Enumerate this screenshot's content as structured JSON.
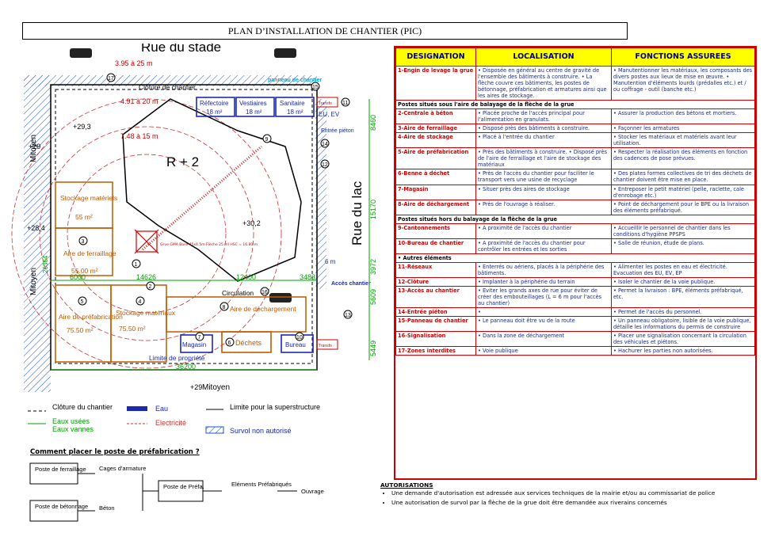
{
  "title": "PLAN D’INSTALLATION DE CHANTIER (PIC)",
  "plan": {
    "streets": {
      "north": "Rue du stade",
      "east": "Rue du lac"
    },
    "dimensions": {
      "d1": "3.95 à 25 m",
      "d2": "4.91 à 20 m",
      "d3": "7.48 à 15 m",
      "total_bottom": "36200",
      "seg_6000": "6000",
      "seg_14626": "14626",
      "seg_12400": "12400",
      "seg_3483": "3483",
      "right_8460": "8460",
      "right_15170": "15170",
      "right_3972": "3972",
      "right_5609": "5609",
      "right_5449": "5449",
      "left_26364": "26364",
      "six_m": "6 m"
    },
    "levels": {
      "l1": "+29,3",
      "l2": "+29",
      "l3": "+28,4",
      "l4": "+30,2",
      "l5": "+29"
    },
    "labels": {
      "cloture": "Clôture de chantier",
      "panneau": "panneau de chantier",
      "refectoire": "Réfectoire",
      "refectoire_area": "18 m²",
      "vestiaires": "Vestiaires",
      "vestiaires_area": "18 m²",
      "sanitaire": "Sanitaire",
      "sanitaire_area": "18 m²",
      "eu_ev": "EU, EV",
      "entree_pieton": "Entrée piéton",
      "mitoyen": "Mitoyen",
      "building": "R + 2",
      "stockage1": "Stockage matériels",
      "stockage1_area": "55 m²",
      "aire_ferraillage": "Aire de ferraillage",
      "aire_ferraillage_area": "55.00 m²",
      "aire_prefab": "Aire de préfabrication",
      "aire_prefab_area": "75.50 m²",
      "stockage2": "Stockage matériaux",
      "stockage2_area": "75.50 m²",
      "circulation": "Circulation",
      "aire_dechargement": "Aire de déchargement",
      "acces_chantier": "Accès chantier",
      "magasin": "Magasin",
      "dechets": "Déchets",
      "bureau": "Bureau",
      "limite_propriete": "Limite de propriété",
      "transfo": "Transfo",
      "grue_info": "Grue GMA Base 45x4.5m Flèche 25 ml HSC = 16.80 m",
      "cloture_mitoyen": "Clôture de chantier"
    },
    "numbers": [
      "1",
      "2",
      "3",
      "4",
      "5",
      "6",
      "7",
      "8",
      "9",
      "10",
      "11",
      "12",
      "13",
      "14",
      "15",
      "16",
      "17"
    ]
  },
  "legend": {
    "cloture": "Clôture du chantier",
    "eaux_usees": "Eaux usées",
    "eaux_vannes": "Eaux vannes",
    "eau": "Eau",
    "electricite": "Electricité",
    "limite_super": "Limite pour la superstructure",
    "survol": "Survol non autorisé"
  },
  "howto": {
    "title": "Comment placer le poste de préfabrication ?",
    "ferraillage": "Poste de ferraillage",
    "betonnage": "Poste de bétonnage",
    "cages": "Cages d'armature",
    "beton": "Béton",
    "prefa": "Poste de Préfa.",
    "elements": "Eléments Préfabriqués",
    "ouvrage": "Ouvrage"
  },
  "table": {
    "headers": [
      "DESIGNATION",
      "LOCALISATION",
      "FONCTIONS ASSUREES"
    ],
    "rows": [
      {
        "d": "1-Engin de levage la grue",
        "l": "• Disposée en général au centre de gravité de l'ensemble des bâtiments à construire. • La flèche couvre ces bâtiments, les postes de bétonnage, préfabrication et armatures ainsi que les aires de stockage.",
        "f": "• Manutentionner les matériaux, les composants des divers postes aux lieux de mise en œuvre. • Manutention d'éléments lourds (prédalles etc.) et / ou coffrage - outil (banche etc.)"
      },
      {
        "section": "Postes situés sous l'aire de balayage de la flèche de la grue"
      },
      {
        "d": "2-Centrale à béton",
        "l": "• Placée proche de l'accès principal pour l'alimentation en granulats.",
        "f": "• Assurer la production des bétons et mortiers."
      },
      {
        "d": "3-Aire de ferraillage",
        "l": "• Disposé près des bâtiments à construire.",
        "f": "• Façonner les armatures"
      },
      {
        "d": "4-Aire de stockage",
        "l": "• Placé à l'entrée du chantier",
        "f": "• Stocker les matériaux et matériels avant leur utilisation."
      },
      {
        "d": "5-Aire de préfabrication",
        "l": "• Près des bâtiments à construire. • Disposé près de l'aire de ferraillage et l'aire de stockage des matériaux",
        "f": "• Respecter la réalisation des éléments en fonction des cadences de pose prévues."
      },
      {
        "d": "6-Benne à déchet",
        "l": "• Près de l'accès du chantier pour faciliter le transport vers une usine de recyclage",
        "f": "• Des plates formes collectives de tri des déchets de chantier doivent être mise en place."
      },
      {
        "d": "7-Magasin",
        "l": "• Situer près des aires de stockage",
        "f": "• Entreposer le petit matériel (pelle, raclette, cale d'enrobage etc.)"
      },
      {
        "d": "8-Aire de déchargement",
        "l": "• Près de l'ouvrage à réaliser.",
        "f": "• Point de déchargement pour le BPE ou la livraison des éléments préfabriqué."
      },
      {
        "section": "Postes situés hors du balayage de la flèche de la grue"
      },
      {
        "d": "9-Cantonnements",
        "l": "• A proximité de l'accès du chantier",
        "f": "• Accueillir le personnel de chantier dans les conditions d'hygiène PPSPS"
      },
      {
        "d": "10-Bureau de chantier",
        "l": "• A proximité de l'accès du chantier pour contrôler les entrées et les sorties",
        "f": "• Salle de réunion, étude de plans."
      },
      {
        "section": "• Autres éléments"
      },
      {
        "d": "11-Réseaux",
        "l": "• Enterrés ou aériens, placés à la périphérie des bâtiments.",
        "f": "• Alimenter les postes en eau et électricité. Evacuation des EU, EV, EP"
      },
      {
        "d": "12-Clôture",
        "l": "• Implanter à la périphérie du terrain",
        "f": "• Isoler le chantier de la voie publique."
      },
      {
        "d": "13-Accès au chantier",
        "l": "• Eviter les grands axes de rue pour éviter de créer des embouteillages (L = 6 m pour l'accès au chantier)",
        "f": "• Permet la livraison : BPE, éléments préfabriqué, etc."
      },
      {
        "d": "14-Entrée piéton",
        "l": "•",
        "f": "• Permet de l'accès du personnel."
      },
      {
        "d": "15-Panneau de chantier",
        "l": "• Le panneau doit être vu de la route",
        "f": "• Un panneau obligatoire, lisible de la voie publique, détaille les informations du permis de construire"
      },
      {
        "d": "16-Signalisation",
        "l": "• Dans la zone de déchargement",
        "f": "• Placer une signalisation concernant la circulation des véhicules et piétons."
      },
      {
        "d": "17-Zones interdites",
        "l": "• Voie publique",
        "f": "• Hachurer les parties non autorisées."
      }
    ]
  },
  "autorisations": {
    "title": "AUTORISATIONS",
    "items": [
      "Une demande d'autorisation est adressée aux services techniques de la mairie et/ou au commissariat de police",
      "Une autorisation de survol par la flèche de la grue doit être demandée aux riverains concernés"
    ]
  }
}
